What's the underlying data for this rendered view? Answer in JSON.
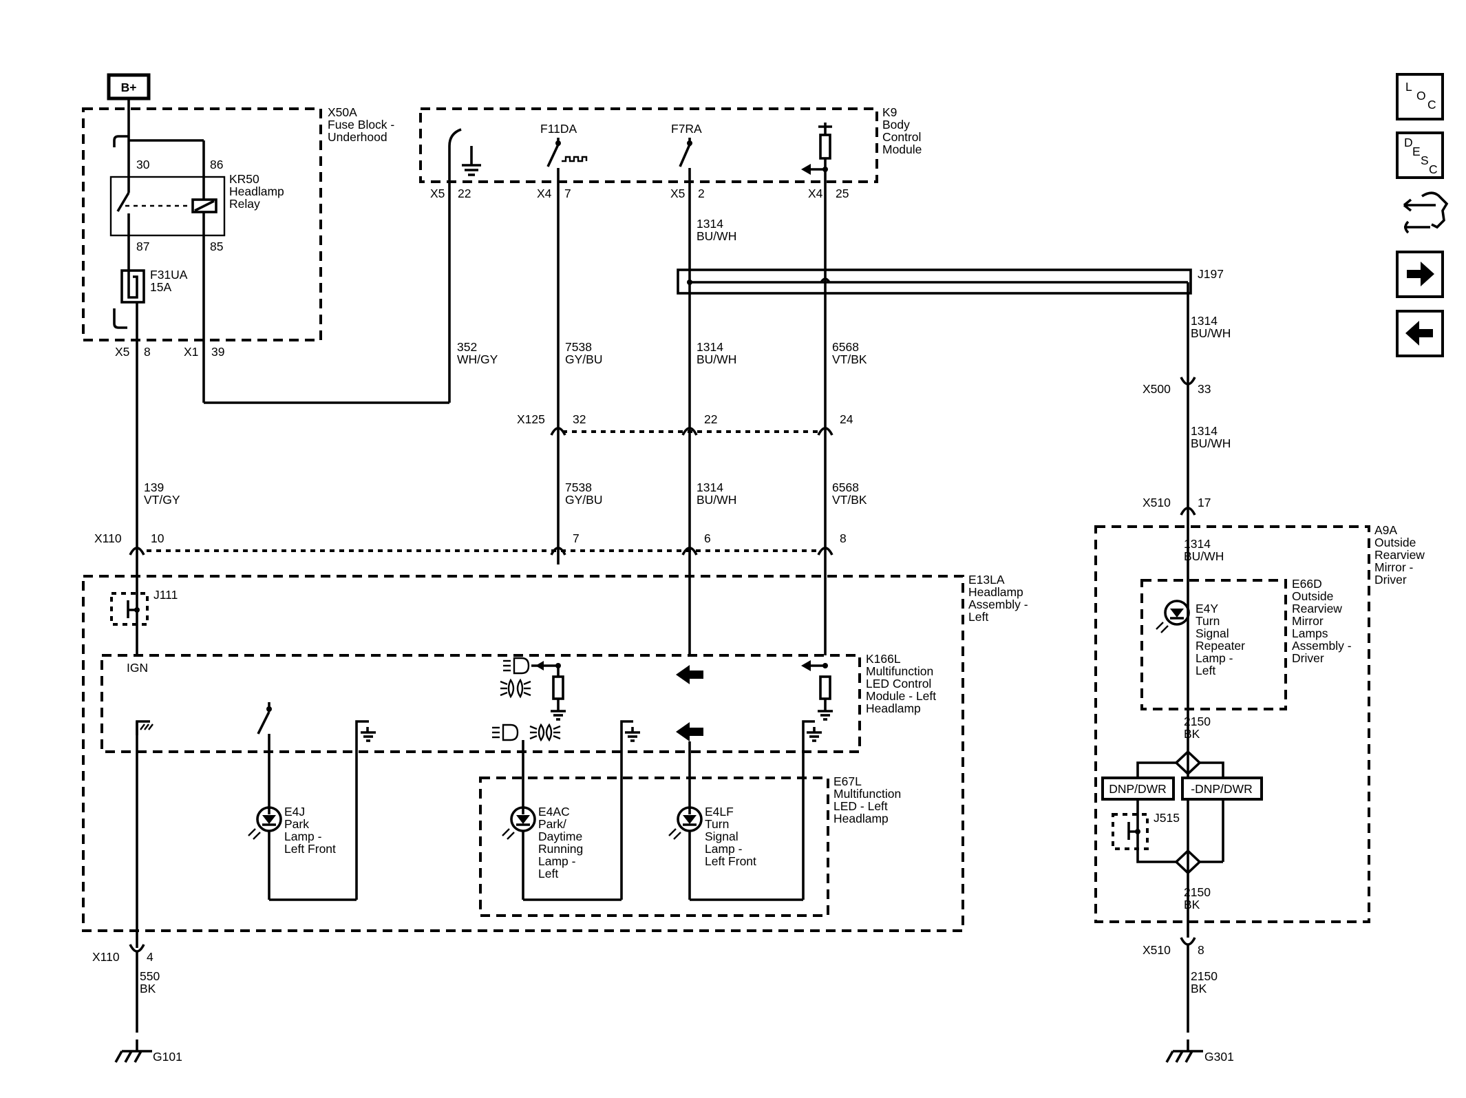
{
  "power": {
    "battery": "B+"
  },
  "fuse_block": {
    "id": "X50A",
    "l1": "Fuse Block -",
    "l2": "Underhood",
    "relay": {
      "id": "KR50",
      "l1": "Headlamp",
      "l2": "Relay",
      "p30": "30",
      "p86": "86",
      "p87": "87",
      "p85": "85"
    },
    "fuse": {
      "id": "F31UA",
      "rating": "15A"
    },
    "out1_conn": "X5",
    "out1_pin": "8",
    "out2_conn": "X1",
    "out2_pin": "39"
  },
  "bcm": {
    "id": "K9",
    "l1": "Body",
    "l2": "Control",
    "l3": "Module",
    "p1_conn": "X5",
    "p1_pin": "22",
    "p2_name": "F11DA",
    "p2_conn": "X4",
    "p2_pin": "7",
    "p3_name": "F7RA",
    "p3_conn": "X5",
    "p3_pin": "2",
    "p4_conn": "X4",
    "p4_pin": "25"
  },
  "wires": {
    "w1314a_n": "1314",
    "w1314a_c": "BU/WH",
    "w352_n": "352",
    "w352_c": "WH/GY",
    "w7538a_n": "7538",
    "w7538a_c": "GY/BU",
    "w1314b_n": "1314",
    "w1314b_c": "BU/WH",
    "w6568a_n": "6568",
    "w6568a_c": "VT/BK",
    "w139_n": "139",
    "w139_c": "VT/GY",
    "w7538b_n": "7538",
    "w7538b_c": "GY/BU",
    "w1314c_n": "1314",
    "w1314c_c": "BU/WH",
    "w6568b_n": "6568",
    "w6568b_c": "VT/BK",
    "w1314d_n": "1314",
    "w1314d_c": "BU/WH",
    "w1314e_n": "1314",
    "w1314e_c": "BU/WH",
    "w1314f_n": "1314",
    "w1314f_c": "BU/WH",
    "w550_n": "550",
    "w550_c": "BK",
    "w2150a_n": "2150",
    "w2150a_c": "BK",
    "w2150b_n": "2150",
    "w2150b_c": "BK",
    "w2150c_n": "2150",
    "w2150c_c": "BK"
  },
  "splice": {
    "id": "J197"
  },
  "connectors": {
    "x125": "X125",
    "x125_p1": "32",
    "x125_p2": "22",
    "x125_p3": "24",
    "x110": "X110",
    "x110_p1": "10",
    "x110_p2": "7",
    "x110_p3": "6",
    "x110_p4": "8",
    "x110b": "X110",
    "x110b_p": "4",
    "x500": "X500",
    "x500_p": "33",
    "x510": "X510",
    "x510_p": "17",
    "x510b": "X510",
    "x510b_p": "8"
  },
  "headlamp": {
    "id": "E13LA",
    "l1": "Headlamp",
    "l2": "Assembly -",
    "l3": "Left",
    "j111": "J111",
    "ign": "IGN",
    "module": {
      "id": "K166L",
      "l1": "Multifunction",
      "l2": "LED Control",
      "l3": "Module - Left",
      "l4": "Headlamp"
    },
    "led": {
      "id": "E67L",
      "l1": "Multifunction",
      "l2": "LED - Left",
      "l3": "Headlamp"
    },
    "park": {
      "id": "E4J",
      "l1": "Park",
      "l2": "Lamp -",
      "l3": "Left Front"
    },
    "drl": {
      "id": "E4AC",
      "l1": "Park/",
      "l2": "Daytime",
      "l3": "Running",
      "l4": "Lamp -",
      "l5": "Left"
    },
    "turn": {
      "id": "E4LF",
      "l1": "Turn",
      "l2": "Signal",
      "l3": "Lamp -",
      "l4": "Left Front"
    }
  },
  "mirror": {
    "id": "A9A",
    "l1": "Outside",
    "l2": "Rearview",
    "l3": "Mirror -",
    "l4": "Driver",
    "lamps": {
      "id": "E66D",
      "l1": "Outside",
      "l2": "Rearview",
      "l3": "Mirror",
      "l4": "Lamps",
      "l5": "Assembly -",
      "l6": "Driver"
    },
    "repeater": {
      "id": "E4Y",
      "l1": "Turn",
      "l2": "Signal",
      "l3": "Repeater",
      "l4": "Lamp -",
      "l5": "Left"
    },
    "opt1": "DNP/DWR",
    "opt2": "-DNP/DWR",
    "j515": "J515"
  },
  "grounds": {
    "g1": "G101",
    "g2": "G301"
  },
  "nav": {
    "loc": {
      "a": "L",
      "b": "O",
      "c": "C"
    },
    "desc": {
      "a": "D",
      "b": "E",
      "c": "S",
      "d": "C"
    }
  }
}
